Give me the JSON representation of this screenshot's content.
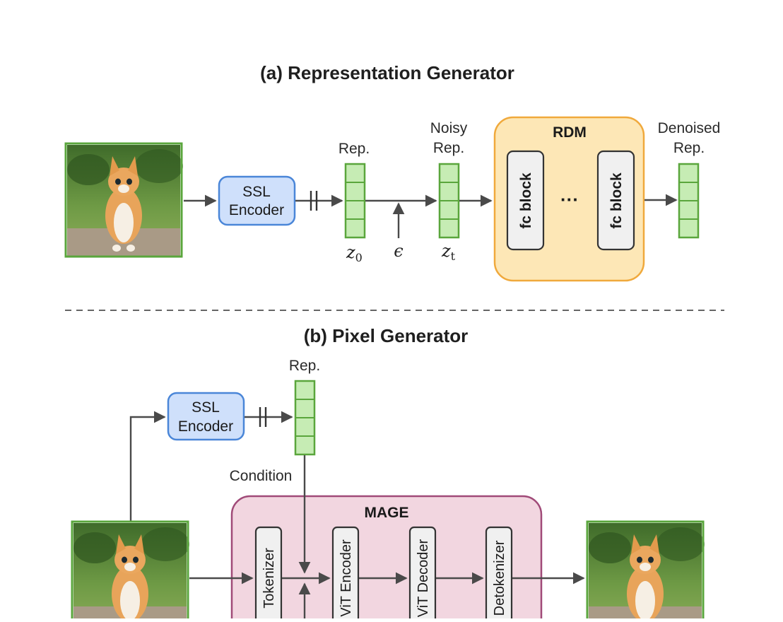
{
  "panel_a": {
    "title": "(a) Representation Generator",
    "encoder_line1": "SSL",
    "encoder_line2": "Encoder",
    "rep_label": "Rep.",
    "noisy_line1": "Noisy",
    "noisy_line2": "Rep.",
    "rdm_label": "RDM",
    "fc_block_1": "fc block",
    "fc_block_2": "fc block",
    "ellipsis": "···",
    "denoised_line1": "Denoised",
    "denoised_line2": "Rep.",
    "z0_base": "z",
    "z0_sub": "0",
    "epsilon": "ϵ",
    "zt_base": "z",
    "zt_sub": "t"
  },
  "panel_b": {
    "title": "(b) Pixel Generator",
    "rep_label": "Rep.",
    "encoder_line1": "SSL",
    "encoder_line2": "Encoder",
    "condition_label": "Condition",
    "mage_label": "MAGE",
    "tokenizer": "Tokenizer",
    "vit_encoder": "ViT Encoder",
    "vit_decoder": "ViT Decoder",
    "detokenizer": "Detokenizer"
  },
  "colors": {
    "image_border": "#5aa63c",
    "rep_fill": "#c6ecb4",
    "rep_stroke": "#5aa63c",
    "encoder_fill": "#cfe0fb",
    "encoder_stroke": "#4a86d8",
    "rdm_fill": "#fde7b6",
    "rdm_stroke": "#f0a93c",
    "mage_fill": "#f2d6e0",
    "mage_stroke": "#a04a78",
    "block_fill": "#f0f0f0",
    "block_stroke": "#333333",
    "arrow": "#4a4a4a",
    "divider": "#666666"
  }
}
